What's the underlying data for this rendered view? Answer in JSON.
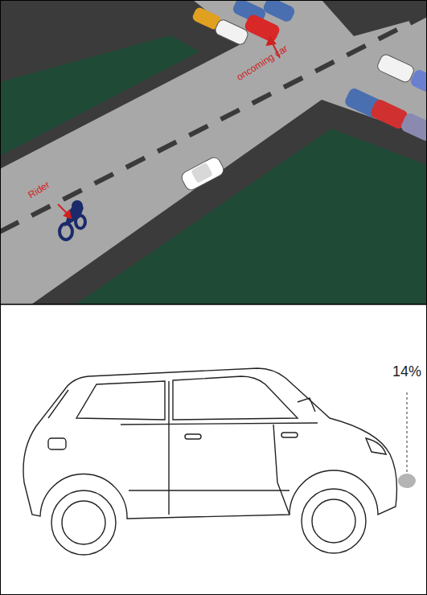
{
  "diagram": {
    "labels": [
      "oncoming car",
      "Rider",
      "14%"
    ]
  }
}
